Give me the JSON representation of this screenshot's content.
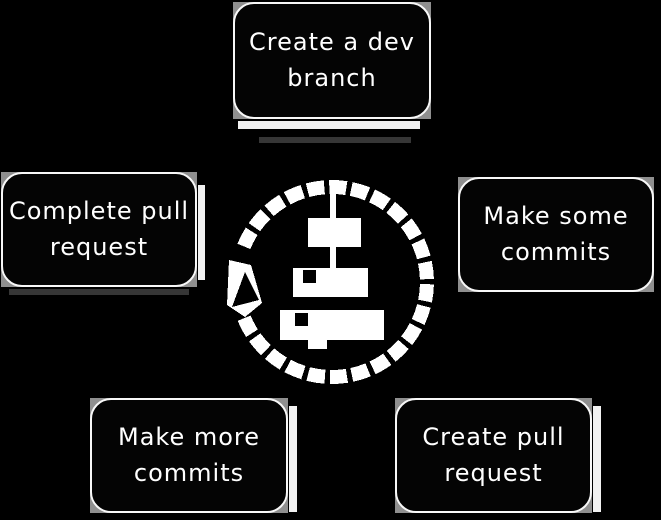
{
  "diagram": {
    "background_color": "#000000",
    "node_fill_color": "#040404",
    "node_border_color": "#f8f8f8",
    "text_color": "#ffffff",
    "shadow_bar_color": "#f2f2f2",
    "corner_artifact_color": "#8f8f8f",
    "nodes": [
      {
        "id": "create-dev-branch",
        "position": "top",
        "lines": [
          "Create a dev",
          "branch"
        ]
      },
      {
        "id": "make-some-commits",
        "position": "right",
        "lines": [
          "Make some",
          "commits"
        ]
      },
      {
        "id": "create-pull-request",
        "position": "bottom-right",
        "lines": [
          "Create pull",
          "request"
        ]
      },
      {
        "id": "make-more-commits",
        "position": "bottom-left",
        "lines": [
          "Make more",
          "commits"
        ]
      },
      {
        "id": "complete-pull-request",
        "position": "left",
        "lines": [
          "Complete pull",
          "request"
        ]
      }
    ],
    "center": {
      "icon": "cycle-arrow-icon",
      "arrow_color": "#ffffff",
      "arrowhead_inner_color": "#000000",
      "flow_direction": "clockwise"
    }
  }
}
